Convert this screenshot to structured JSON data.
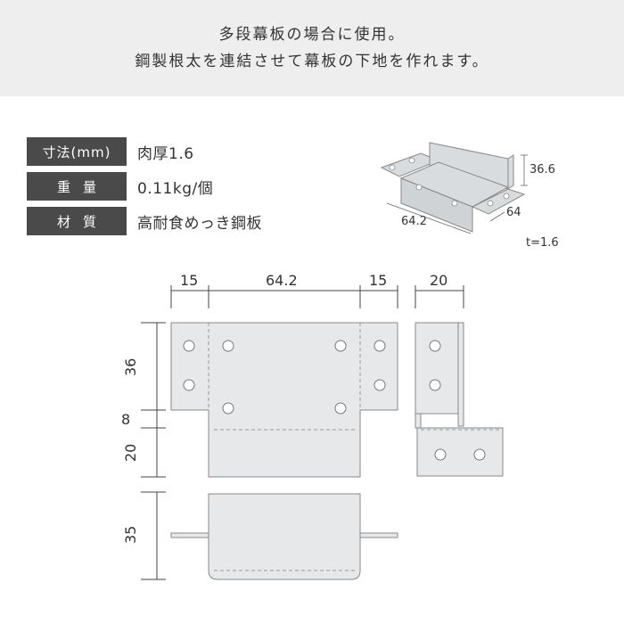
{
  "header": {
    "line1": "多段幕板の場合に使用。",
    "line2": "鋼製根太を連結させて幕板の下地を作れます。"
  },
  "specs": [
    {
      "label": "寸法(mm)",
      "value": "肉厚1.6"
    },
    {
      "label": "重量",
      "value": "0.11kg/個"
    },
    {
      "label": "材質",
      "value": "高耐食めっき鋼板"
    }
  ],
  "iso_dims": {
    "height": "36.6",
    "width": "64.2",
    "depth": "64",
    "thickness": "t=1.6"
  },
  "drawing_dims": {
    "top_left": "15",
    "top_mid": "64.2",
    "top_right": "15",
    "side_width": "20",
    "v_36": "36",
    "v_8": "8",
    "v_20": "20",
    "v_35": "35"
  }
}
